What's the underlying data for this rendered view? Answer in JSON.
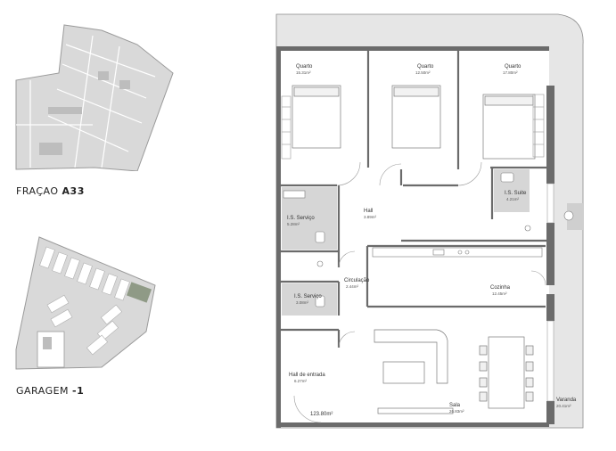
{
  "thumbnails": {
    "fracao_prefix": "FRAÇAO ",
    "fracao_code": "A33",
    "garagem_prefix": "GARAGEM ",
    "garagem_level": "-1"
  },
  "rooms": {
    "quarto1": {
      "name": "Quarto",
      "area": "15.31m²"
    },
    "quarto2": {
      "name": "Quarto",
      "area": "12.50m²"
    },
    "quarto3": {
      "name": "Quarto",
      "area": "17.80m²"
    },
    "is_servico1": {
      "name": "I.S. Serviço",
      "area": "5.28m²"
    },
    "hall": {
      "name": "Hall",
      "area": "3.89m²"
    },
    "is_suite": {
      "name": "I.S. Suite",
      "area": "4.21m²"
    },
    "circulacao": {
      "name": "Circulação",
      "area": "2.44m²"
    },
    "cozinha": {
      "name": "Cozinha",
      "area": "12.45m²"
    },
    "is_servico2": {
      "name": "I.S. Serviço",
      "area": "3.08m²"
    },
    "hall_entrada": {
      "name": "Hall de entrada",
      "area": "6.27m²"
    },
    "sala": {
      "name": "Sala",
      "area": "26.83m²"
    },
    "varanda": {
      "name": "Varanda",
      "area": "20.41m²"
    }
  },
  "total_area": "123.80m²",
  "colors": {
    "wall": "#6b6b6b",
    "bath_fill": "#d6d6d6",
    "terrace_fill": "#e6e6e6",
    "thumb_fill": "#d9d9d9"
  }
}
